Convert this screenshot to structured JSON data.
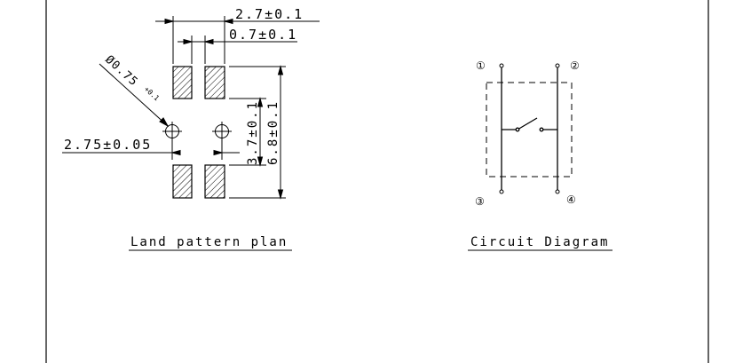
{
  "land_pattern": {
    "dim_overall_width": "2.7±0.1",
    "dim_pad_width": "0.7±0.1",
    "dim_hole_dia": "Ø0.75",
    "dim_hole_tol": "+0.1",
    "dim_hole_spacing": "2.75±0.05",
    "dim_pad_pitch": "3.7±0.1",
    "dim_overall_height": "6.8±0.1",
    "caption": "Land pattern plan"
  },
  "circuit": {
    "pin1": "①",
    "pin2": "②",
    "pin3": "③",
    "pin4": "④",
    "caption": "Circuit Diagram"
  }
}
